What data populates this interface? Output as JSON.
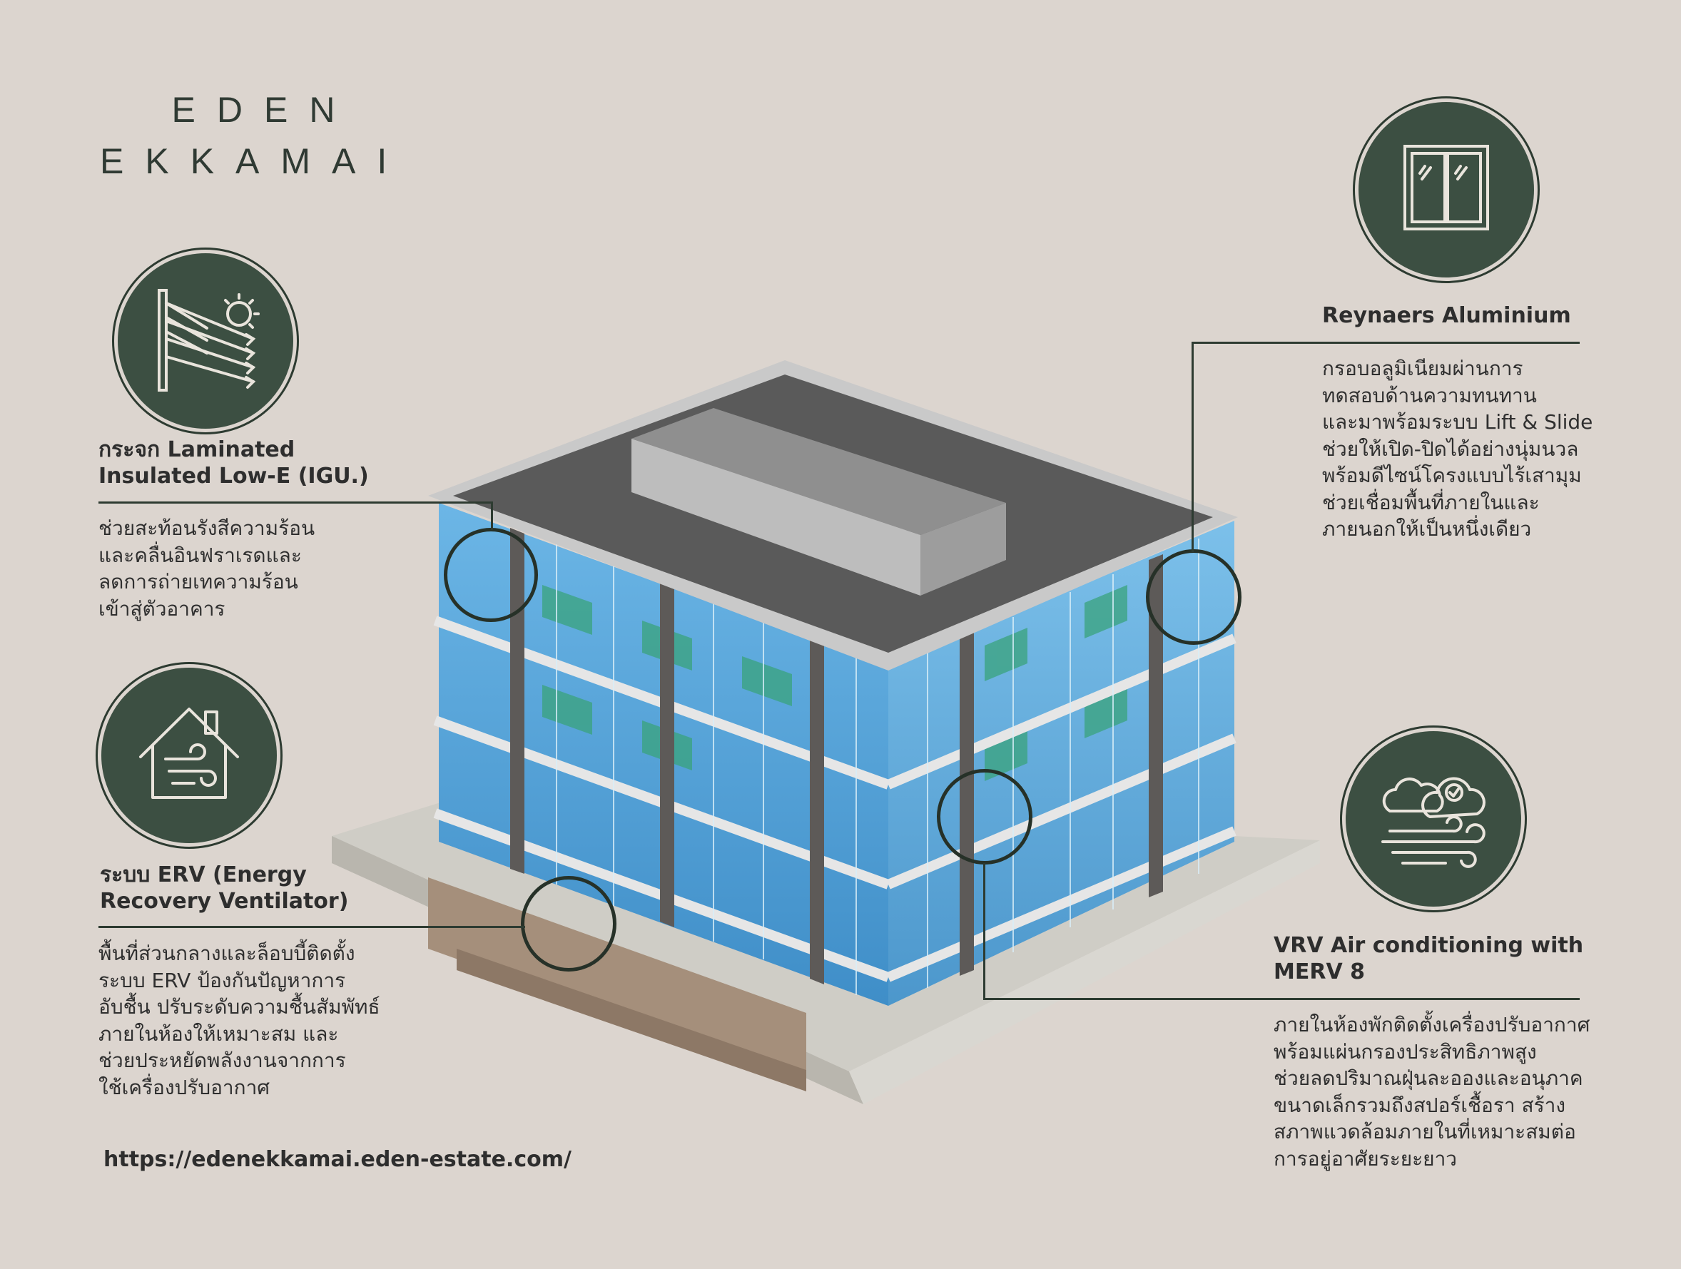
{
  "brand": {
    "line1": "EDEN",
    "line2": "EKKAMAI"
  },
  "features": {
    "glass": {
      "icon": "glass-sun-reflection-icon",
      "title_line1": "กระจก Laminated",
      "title_line2": "Insulated Low-E (IGU.)",
      "body": [
        "ช่วยสะท้อนรังสีความร้อน",
        "และคลื่นอินฟราเรดและ",
        "ลดการถ่ายเทความร้อน",
        "เข้าสู่ตัวอาคาร"
      ]
    },
    "erv": {
      "icon": "house-airflow-icon",
      "title_line1": "ระบบ ERV (Energy",
      "title_line2": "Recovery Ventilator)",
      "body": [
        "พื้นที่ส่วนกลางและล็อบบี้ติดตั้ง",
        "ระบบ ERV ป้องกันปัญหาการ",
        "อับชื้น ปรับระดับความชื้นสัมพัทธ์",
        "ภายในห้องให้เหมาะสม และ",
        "ช่วยประหยัดพลังงานจากการ",
        "ใช้เครื่องปรับอากาศ"
      ]
    },
    "aluminium": {
      "icon": "sliding-window-icon",
      "title": "Reynaers Aluminium",
      "body": [
        "กรอบอลูมิเนียมผ่านการ",
        "ทดสอบด้านความทนทาน",
        "และมาพร้อมระบบ Lift & Slide",
        "ช่วยให้เปิด-ปิดได้อย่างนุ่มนวล",
        "พร้อมดีไซน์โครงแบบไร้เสามุม",
        "ช่วยเชื่อมพื้นที่ภายในและ",
        "ภายนอกให้เป็นหนึ่งเดียว"
      ]
    },
    "vrv": {
      "icon": "cloud-air-filter-icon",
      "title_line1": "VRV Air conditioning with",
      "title_line2": "MERV 8",
      "body": [
        "ภายในห้องพักติดตั้งเครื่องปรับอากาศ",
        "พร้อมแผ่นกรองประสิทธิภาพสูง",
        "ช่วยลดปริมาณฝุ่นละอองและอนุภาค",
        "ขนาดเล็กรวมถึงสปอร์เชื้อรา สร้าง",
        "สภาพแวดล้อมภายในที่เหมาะสมต่อ",
        "การอยู่อาศัยระยะยาว"
      ]
    }
  },
  "url": "https://edenekkamai.eden-estate.com/",
  "colors": {
    "background": "#dcd5cf",
    "circle": "#3c4f42",
    "ink": "#2d3b31",
    "glass": "#4f9fd6"
  }
}
